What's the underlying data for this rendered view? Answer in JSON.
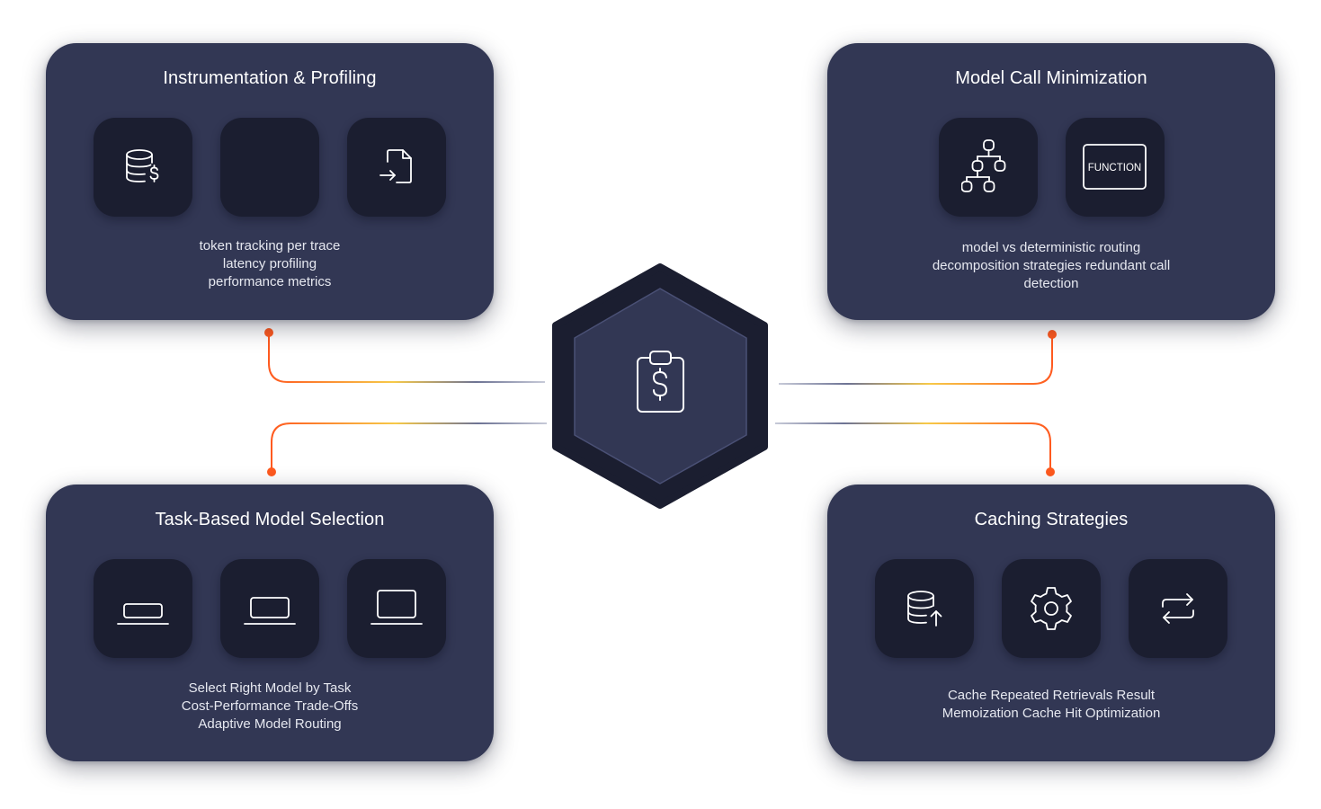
{
  "hub": {
    "icon": "clipboard-dollar-icon"
  },
  "cards": {
    "instrumentation": {
      "title": "Instrumentation & Profiling",
      "icons": [
        "database-dollar-icon",
        "blank-tile",
        "file-import-icon"
      ],
      "lines": [
        "token tracking per trace",
        "latency profiling",
        "performance metrics"
      ]
    },
    "minimization": {
      "title": "Model Call Minimization",
      "icons": [
        "hierarchy-tree-icon",
        "function-box-icon"
      ],
      "function_label": "FUNCTION",
      "lines": [
        "model vs deterministic routing",
        "decomposition strategies redundant call",
        "detection"
      ]
    },
    "selection": {
      "title": "Task-Based Model Selection",
      "icons": [
        "laptop-small-icon",
        "laptop-medium-icon",
        "laptop-large-icon"
      ],
      "lines": [
        "Select Right Model by Task",
        "Cost-Performance Trade-Offs",
        "Adaptive Model Routing"
      ]
    },
    "caching": {
      "title": "Caching Strategies",
      "icons": [
        "database-upload-icon",
        "gear-icon",
        "repeat-arrows-icon"
      ],
      "lines": [
        "Cache Repeated Retrievals Result",
        "Memoization Cache Hit Optimization"
      ]
    }
  },
  "colors": {
    "card_bg": "#323754",
    "tile_bg": "#1b1e30",
    "hub_outer": "#1b1e30",
    "hub_inner": "#323754",
    "connector_orange": "#ff5a1f",
    "connector_yellow": "#f7c948",
    "connector_slate": "#6d7394"
  }
}
